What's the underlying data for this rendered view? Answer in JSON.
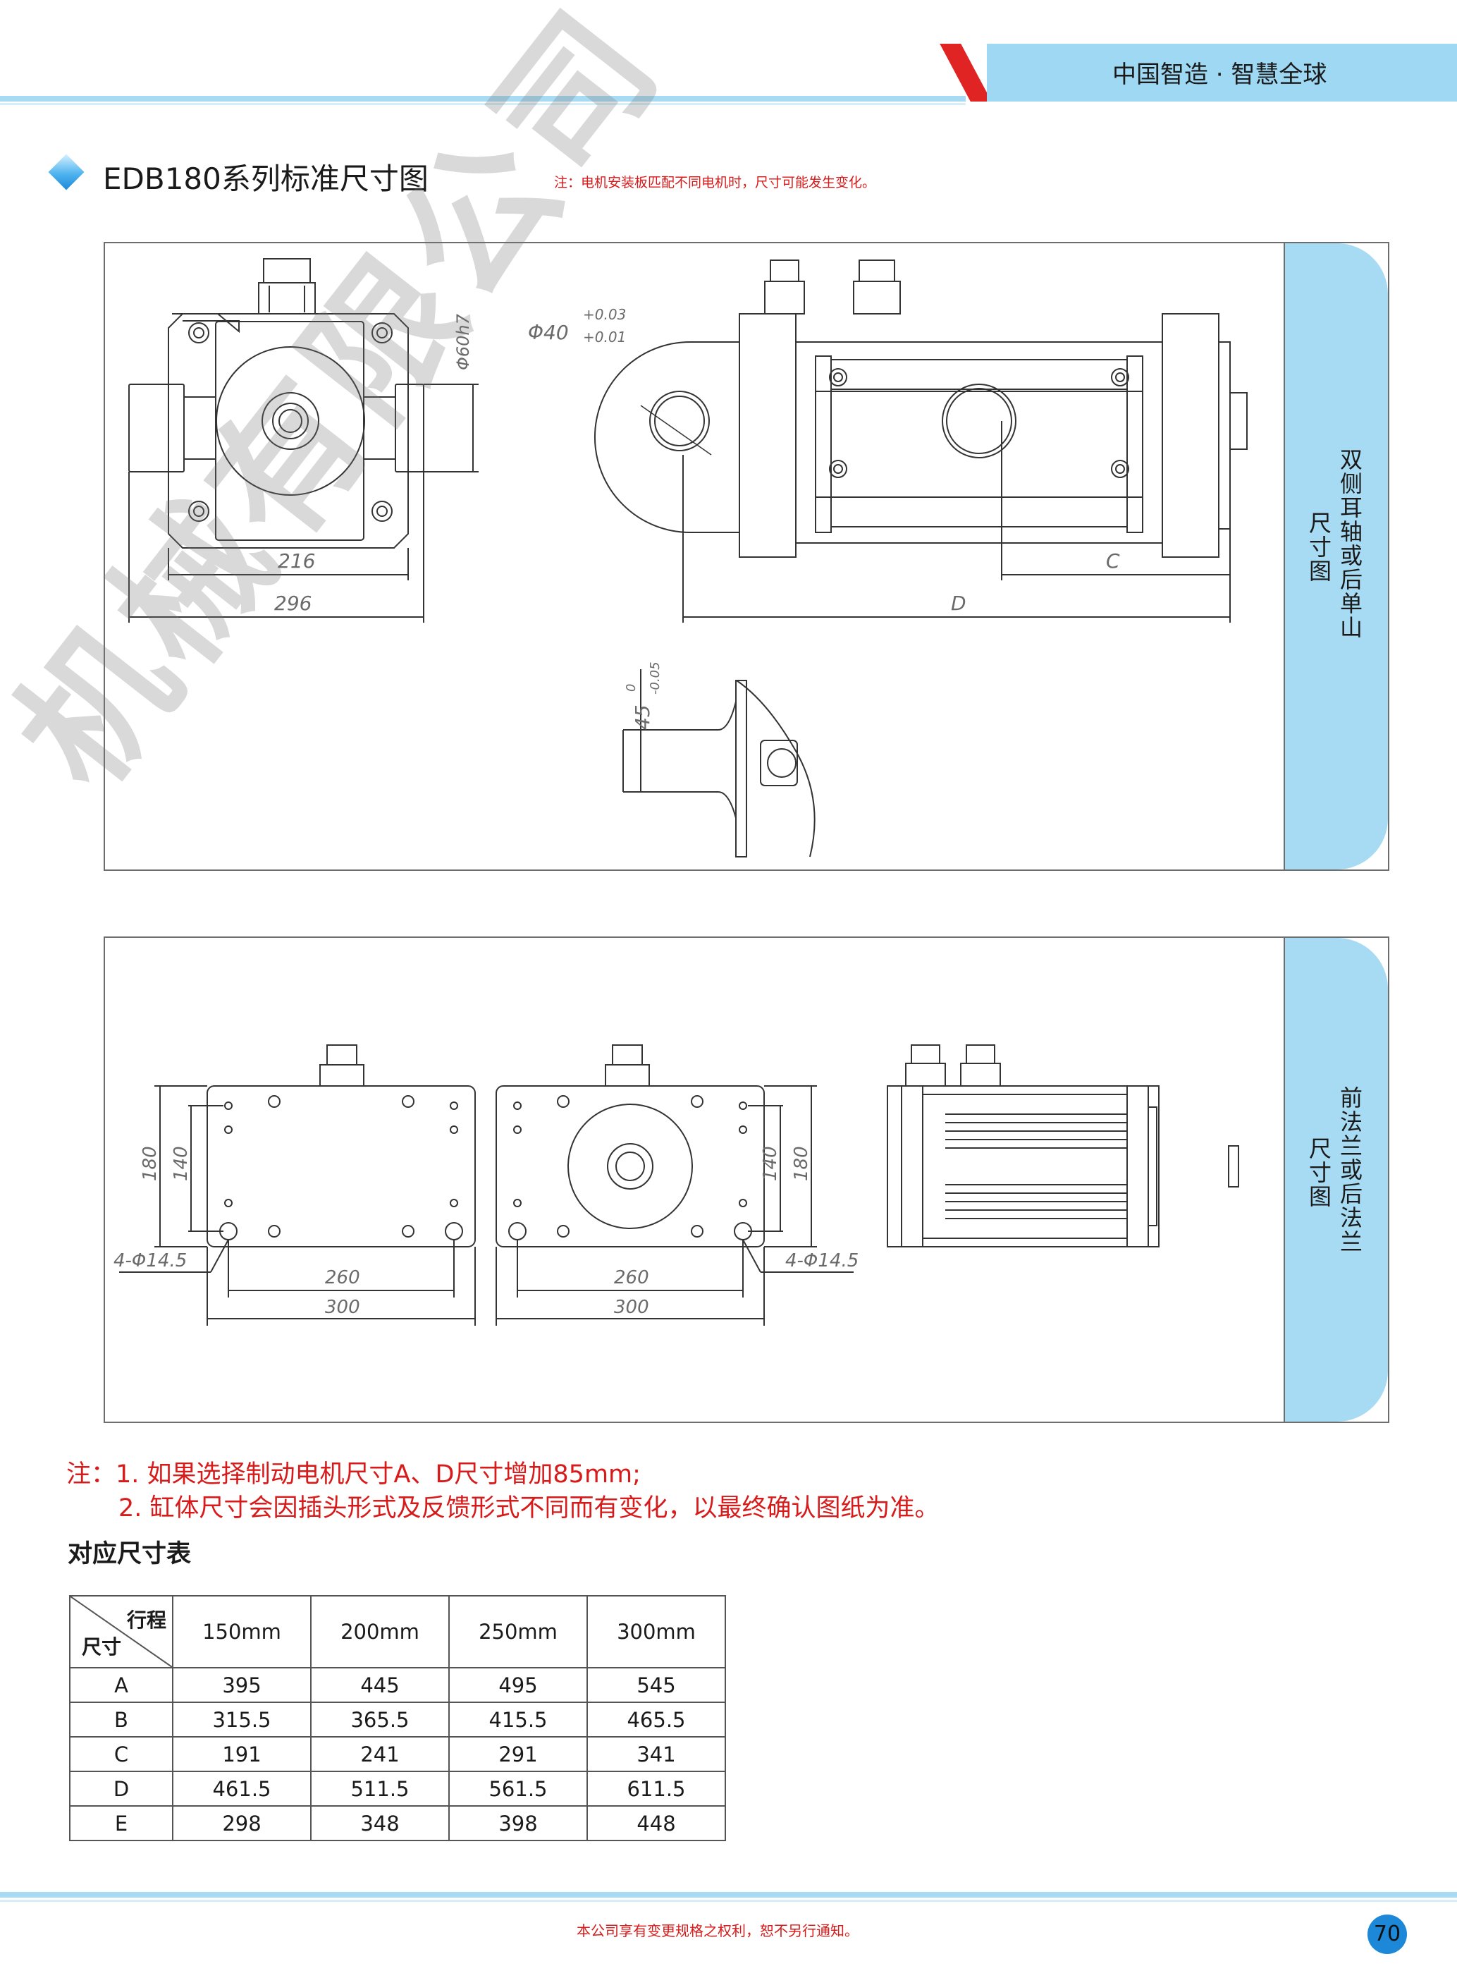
{
  "header": {
    "slogan": "中国智造 · 智慧全球"
  },
  "title": {
    "text": "EDB180系列标准尺寸图",
    "note": "注：电机安装板匹配不同电机时，尺寸可能发生变化。"
  },
  "watermark": "机械有限公司",
  "panel1": {
    "tab_label_col1": "双侧耳轴或后单山",
    "tab_label_col2": "尺寸图",
    "dims": {
      "w216": "216",
      "w296": "296",
      "dia60": "Φ60h7",
      "dia40": "Φ40",
      "tol_up": "+0.03",
      "tol_dn": "+0.01",
      "c": "C",
      "d": "D",
      "h45": "45",
      "tol45a": "0",
      "tol45b": "-0.05"
    }
  },
  "panel2": {
    "tab_label_col1": "前法兰或后法兰",
    "tab_label_col2": "尺寸图",
    "dims": {
      "h180": "180",
      "h140": "140",
      "w260": "260",
      "w300": "300",
      "holes": "4-Φ14.5"
    }
  },
  "notes": {
    "line1": "注：1. 如果选择制动电机尺寸A、D尺寸增加85mm;",
    "line2": "2. 缸体尺寸会因插头形式及反馈形式不同而有变化，以最终确认图纸为准。"
  },
  "table": {
    "heading": "对应尺寸表",
    "corner_top": "行程",
    "corner_bottom": "尺寸",
    "columns": [
      "150mm",
      "200mm",
      "250mm",
      "300mm"
    ],
    "rows": [
      {
        "label": "A",
        "values": [
          "395",
          "445",
          "495",
          "545"
        ]
      },
      {
        "label": "B",
        "values": [
          "315.5",
          "365.5",
          "415.5",
          "465.5"
        ]
      },
      {
        "label": "C",
        "values": [
          "191",
          "241",
          "291",
          "341"
        ]
      },
      {
        "label": "D",
        "values": [
          "461.5",
          "511.5",
          "561.5",
          "611.5"
        ]
      },
      {
        "label": "E",
        "values": [
          "298",
          "348",
          "398",
          "448"
        ]
      }
    ]
  },
  "footer": {
    "text": "本公司享有变更规格之权利，恕不另行通知。",
    "page": "70"
  },
  "colors": {
    "accent_blue": "#a7dbf3",
    "note_red": "#d71a1a",
    "page_badge": "#1e88d8"
  }
}
